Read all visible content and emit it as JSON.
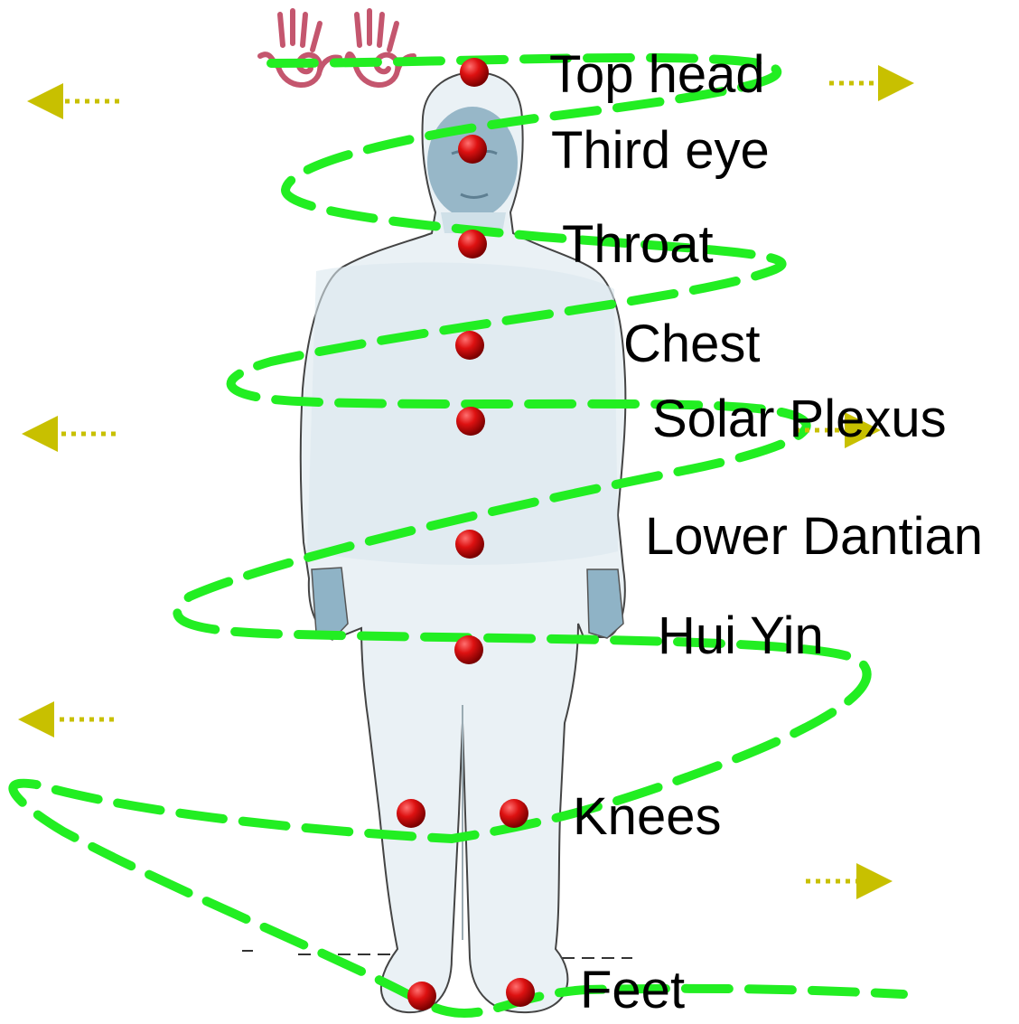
{
  "labels": {
    "top_head": "Top head",
    "third_eye": "Third eye",
    "throat": "Throat",
    "chest": "Chest",
    "solar_plexus": "Solar Plexus",
    "lower_dantian": "Lower Dantian",
    "hui_yin": "Hui Yin",
    "knees": "Knees",
    "feet": "Feet"
  },
  "icons": {
    "hands": "healing-hands-spiral-icon",
    "flow_arrow": "dotted-arrow-icon"
  },
  "colors": {
    "spiral": "#22ee22",
    "point": "#dd1111",
    "arrow": "#c8c000",
    "body": "#e6eef2",
    "skin": "#8fb3c6",
    "hands": "#c4566e"
  }
}
